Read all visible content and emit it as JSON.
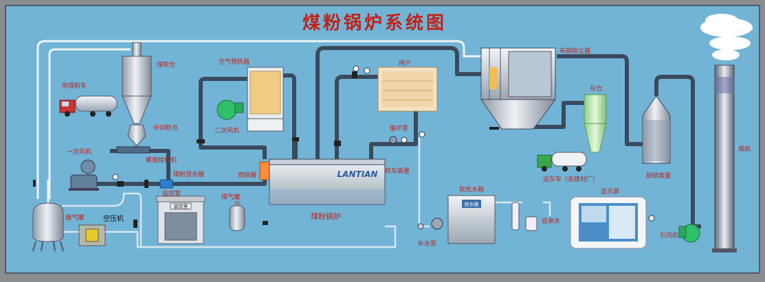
{
  "title": "煤粉锅炉系统图",
  "labels": {
    "coal_bin": "煤粉仓",
    "coal_truck": "供煤粉车",
    "intermediate_bin": "中间粉仓",
    "primary_fan": "一次风机",
    "screw_feeder": "螺旋给料机",
    "coal_mixer": "煤粉混合器",
    "control_room": "监控室",
    "control_room_sign": "监控室",
    "gas_tank": "储气罐",
    "air_compressor": "空压机",
    "air_preheater": "空气预热器",
    "secondary_fan": "二次风机",
    "burner": "燃烧器",
    "gas_cylinder": "煤气罐",
    "boiler": "煤粉锅炉",
    "boiler_brand": "LANTIAN",
    "user": "用户",
    "circulation_pump": "循环泵",
    "soot_blower": "吹灰装置",
    "water_softener": "软化水箱",
    "softener_sign": "软水器",
    "makeup_pump": "补水泵",
    "tap_water": "自来水",
    "bag_filter": "布袋除尘器",
    "ash_bin": "灰仓",
    "ash_truck": "运灰车（去建材厂）",
    "desulfurizer": "脱硫装置",
    "display": "显示屏",
    "induced_fan": "引风机",
    "chimney": "烟囱"
  },
  "colors": {
    "panel": "#71b4d6",
    "label": "#c0221a",
    "pipe": "#3a4a5e",
    "equipment": "#c9d0d8"
  }
}
